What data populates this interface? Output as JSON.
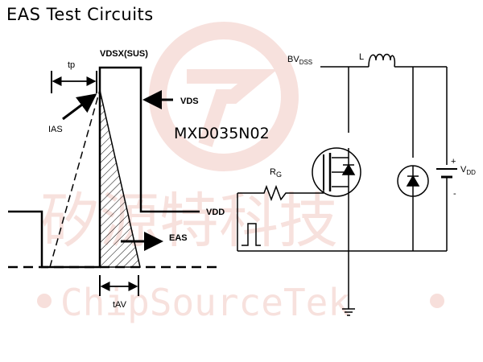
{
  "title": "EAS Test Circuits",
  "part_number": "MXD035N02",
  "waveform": {
    "tp": "tp",
    "vdsx_sus": "VDSX(SUS)",
    "vds": "VDS",
    "ias": "IAS",
    "vdd": "VDD",
    "eas": "EAS",
    "tav": "tAV"
  },
  "circuit": {
    "bvdss_main": "BV",
    "bvdss_sub": "DSS",
    "inductor": "L",
    "rg_main": "R",
    "rg_sub": "G",
    "plus": "+",
    "minus": "-",
    "vdd_main": "V",
    "vdd_sub": "DD"
  },
  "watermark": {
    "chinese": "矽源特科技",
    "english": "ChipSourceTek"
  },
  "colors": {
    "watermark": "#f2c9c3",
    "ink": "#000000"
  }
}
